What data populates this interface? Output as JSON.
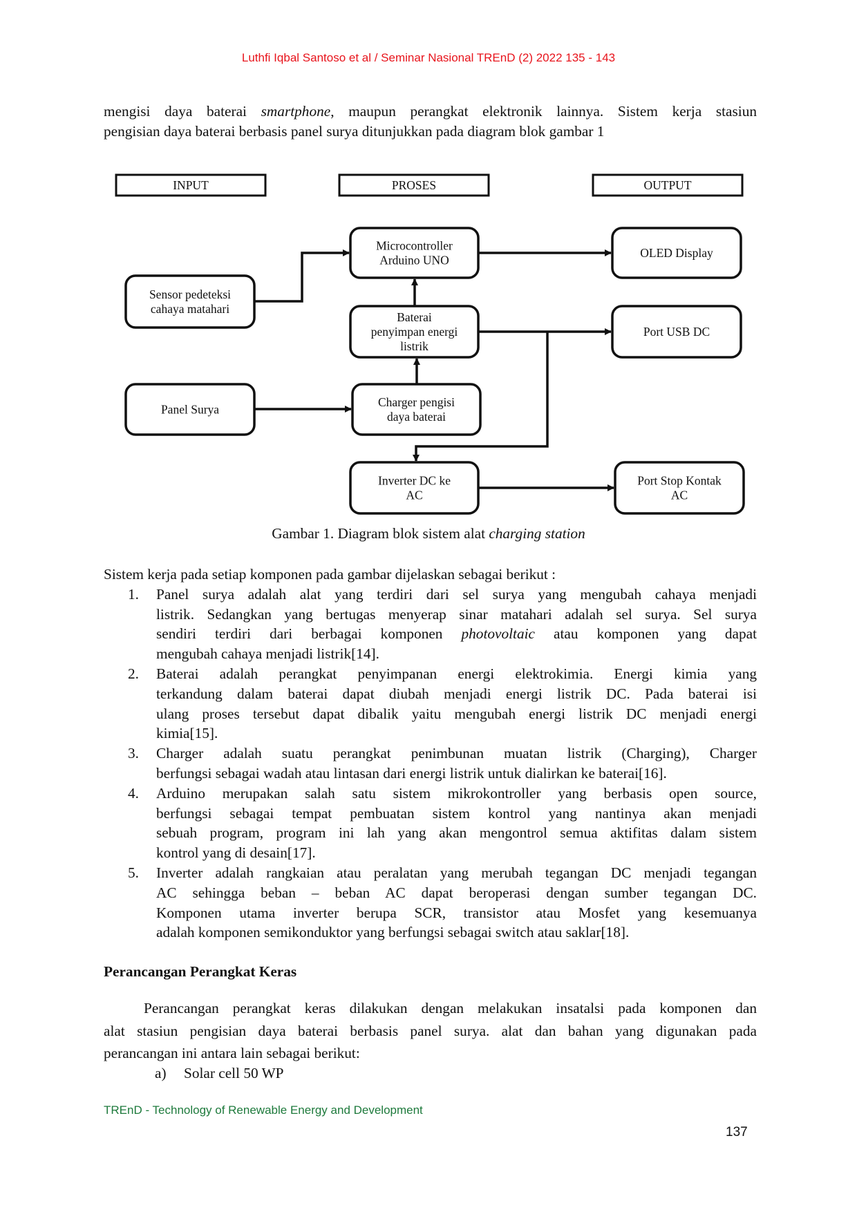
{
  "header": {
    "running_title": "Luthfi Iqbal Santoso et al / Seminar Nasional TREnD (2) 2022 135 - 143"
  },
  "intro_paragraph": {
    "line1_before": "mengisi daya baterai ",
    "line1_italic": "smartphone",
    "line1_after": ", maupun perangkat elektronik lainnya. Sistem kerja stasiun",
    "line2": "pengisian daya baterai berbasis panel surya ditunjukkan pada diagram blok gambar 1"
  },
  "diagram": {
    "column_headers": [
      "INPUT",
      "PROSES",
      "OUTPUT"
    ],
    "blocks": {
      "microcontroller": [
        "Microcontroller",
        "Arduino UNO"
      ],
      "sensor": [
        "Sensor pedeteksi",
        "cahaya matahari"
      ],
      "baterai": [
        "Baterai",
        "penyimpan energi",
        "listrik"
      ],
      "oled": [
        "OLED Display"
      ],
      "usb": [
        "Port USB  DC"
      ],
      "panel": [
        "Panel Surya"
      ],
      "charger": [
        "Charger pengisi",
        "daya baterai"
      ],
      "inverter": [
        "Inverter DC ke",
        "AC"
      ],
      "stopkontak": [
        "Port Stop Kontak",
        "AC"
      ]
    },
    "edges": [
      [
        "sensor",
        "microcontroller"
      ],
      [
        "baterai",
        "microcontroller"
      ],
      [
        "microcontroller",
        "oled"
      ],
      [
        "baterai",
        "usb"
      ],
      [
        "baterai",
        "inverter"
      ],
      [
        "charger",
        "baterai"
      ],
      [
        "panel",
        "charger"
      ],
      [
        "inverter",
        "stopkontak"
      ]
    ]
  },
  "caption": {
    "prefix": "Gambar 1. Diagram blok sistem alat ",
    "italic": "charging station"
  },
  "list_intro": "Sistem kerja pada setiap komponen pada gambar dijelaskan sebagai berikut :",
  "list": [
    {
      "num": "1.",
      "lines": [
        "Panel surya adalah alat yang terdiri dari sel surya yang mengubah cahaya menjadi",
        "listrik. Sedangkan yang bertugas menyerap sinar matahari adalah sel surya. Sel surya",
        "sendiri terdiri dari berbagai komponen |photovoltaic| atau komponen yang dapat",
        "mengubah cahaya menjadi listrik[14]."
      ]
    },
    {
      "num": "2.",
      "lines": [
        "Baterai adalah perangkat penyimpanan energi elektrokimia. Energi kimia yang",
        "terkandung dalam baterai dapat diubah menjadi energi listrik DC. Pada baterai isi",
        "ulang proses tersebut dapat dibalik yaitu mengubah energi listrik DC menjadi energi",
        "kimia[15]."
      ]
    },
    {
      "num": "3.",
      "lines": [
        "Charger adalah suatu perangkat penimbunan muatan listrik (Charging), Charger",
        "berfungsi sebagai wadah atau lintasan dari energi listrik untuk dialirkan ke baterai[16]."
      ]
    },
    {
      "num": "4.",
      "lines": [
        "Arduino merupakan salah satu sistem mikrokontroller yang berbasis open source,",
        "berfungsi sebagai tempat pembuatan sistem kontrol yang nantinya akan menjadi",
        "sebuah program, program ini lah yang akan mengontrol semua aktifitas dalam sistem",
        "kontrol yang di desain[17]."
      ]
    },
    {
      "num": "5.",
      "lines": [
        "Inverter adalah rangkaian atau peralatan yang merubah tegangan DC menjadi tegangan",
        "AC sehingga beban – beban AC dapat beroperasi dengan sumber tegangan DC.",
        "Komponen utama inverter berupa SCR, transistor atau Mosfet yang kesemuanya",
        "adalah komponen semikonduktor yang berfungsi sebagai switch atau saklar[18]."
      ]
    }
  ],
  "section_heading": "Perancangan Perangkat Keras",
  "section_body": [
    "Perancangan perangkat keras dilakukan dengan melakukan insatalsi pada komponen dan",
    "alat stasiun pengisian daya baterai berbasis panel surya. alat dan bahan yang digunakan pada",
    "perancangan ini antara lain sebagai berikut:"
  ],
  "materials": [
    {
      "label": "a)",
      "text": "Solar cell 50 WP"
    }
  ],
  "footer": {
    "journal": "TREnD - Technology of Renewable Energy and Development",
    "page_number": "137"
  }
}
